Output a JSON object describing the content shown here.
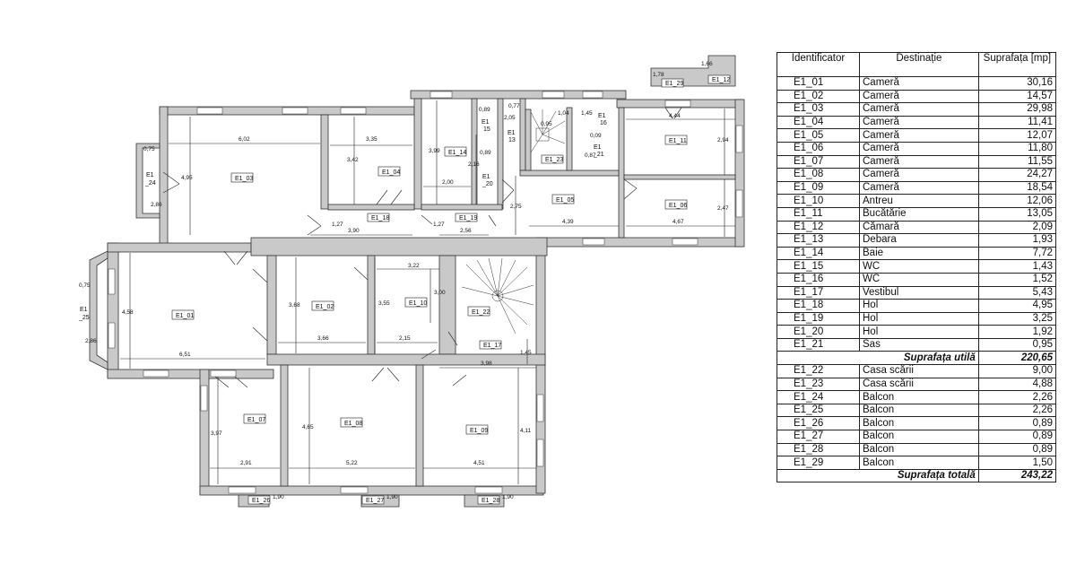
{
  "table": {
    "headers": [
      "Identificator",
      "Destinație",
      "Suprafața [mp]"
    ],
    "rows_util": [
      {
        "id": "E1_01",
        "dest": "Cameră",
        "area": "30,16"
      },
      {
        "id": "E1_02",
        "dest": "Cameră",
        "area": "14,57"
      },
      {
        "id": "E1_03",
        "dest": "Cameră",
        "area": "29,98"
      },
      {
        "id": "E1_04",
        "dest": "Cameră",
        "area": "11,41"
      },
      {
        "id": "E1_05",
        "dest": "Cameră",
        "area": "12,07"
      },
      {
        "id": "E1_06",
        "dest": "Cameră",
        "area": "11,80"
      },
      {
        "id": "E1_07",
        "dest": "Cameră",
        "area": "11,55"
      },
      {
        "id": "E1_08",
        "dest": "Cameră",
        "area": "24,27"
      },
      {
        "id": "E1_09",
        "dest": "Cameră",
        "area": "18,54"
      },
      {
        "id": "E1_10",
        "dest": "Antreu",
        "area": "12,06"
      },
      {
        "id": "E1_11",
        "dest": "Bucătărie",
        "area": "13,05"
      },
      {
        "id": "E1_12",
        "dest": "Cămară",
        "area": "2,09"
      },
      {
        "id": "E1_13",
        "dest": "Debara",
        "area": "1,93"
      },
      {
        "id": "E1_14",
        "dest": "Baie",
        "area": "7,72"
      },
      {
        "id": "E1_15",
        "dest": "WC",
        "area": "1,43"
      },
      {
        "id": "E1_16",
        "dest": "WC",
        "area": "1,52"
      },
      {
        "id": "E1_17",
        "dest": "Vestibul",
        "area": "5,43"
      },
      {
        "id": "E1_18",
        "dest": "Hol",
        "area": "4,95"
      },
      {
        "id": "E1_19",
        "dest": "Hol",
        "area": "3,25"
      },
      {
        "id": "E1_20",
        "dest": "Hol",
        "area": "1,92"
      },
      {
        "id": "E1_21",
        "dest": "Sas",
        "area": "0,95"
      }
    ],
    "util_label": "Suprafața utilă",
    "util_value": "220,65",
    "rows_other": [
      {
        "id": "E1_22",
        "dest": "Casa scării",
        "area": "9,00"
      },
      {
        "id": "E1_23",
        "dest": "Casa scării",
        "area": "4,88"
      },
      {
        "id": "E1_24",
        "dest": "Balcon",
        "area": "2,26"
      },
      {
        "id": "E1_25",
        "dest": "Balcon",
        "area": "2,26"
      },
      {
        "id": "E1_26",
        "dest": "Balcon",
        "area": "0,89"
      },
      {
        "id": "E1_27",
        "dest": "Balcon",
        "area": "0,89"
      },
      {
        "id": "E1_28",
        "dest": "Balcon",
        "area": "0,89"
      },
      {
        "id": "E1_29",
        "dest": "Balcon",
        "area": "1,50"
      }
    ],
    "total_label": "Suprafața totală",
    "total_value": "243,22"
  },
  "plan": {
    "room_labels": {
      "r01": "E1_01",
      "r02": "E1_02",
      "r03": "E1_03",
      "r04": "E1_04",
      "r05": "E1_05",
      "r06": "E1_06",
      "r07": "E1_07",
      "r08": "E1_08",
      "r09": "E1_09",
      "r10": "E1_10",
      "r11": "E1_11",
      "r12": "E1_12",
      "r13a": "E1",
      "r13b": "13",
      "r14": "E1_14",
      "r15a": "E1",
      "r15b": "15",
      "r16a": "E1",
      "r16b": "16",
      "r17": "E1_17",
      "r18": "E1_18",
      "r19": "E1_19",
      "r20a": "E1",
      "r20b": "_20",
      "r21a": "E1",
      "r21b": "_21",
      "r22": "E1_22",
      "r23": "E1_23",
      "r24a": "E1",
      "r24b": "_24",
      "r25a": "E1",
      "r25b": "_25",
      "r26": "E1_26",
      "r27": "E1_27",
      "r28": "E1_28",
      "r29": "E1_29"
    },
    "dimensions": {
      "d602": "6,02",
      "d495": "4,95",
      "d335": "3,35",
      "d342": "3,42",
      "d399": "3,99",
      "d200": "2,00",
      "d216": "2,16",
      "d089a": "0,89",
      "d089b": "0,89",
      "d077": "0,77",
      "d205": "2,05",
      "d145a": "1,45",
      "d095": "0,95",
      "d444": "4,44",
      "d294": "2,94",
      "d178": "1,78",
      "d166": "1,66",
      "d127a": "1,27",
      "d390": "3,90",
      "d127b": "1,27",
      "d256": "2,56",
      "d275": "2,75",
      "d439": "4,39",
      "d247": "2,47",
      "d467": "4,67",
      "d322": "3,22",
      "d368": "3,68",
      "d366": "3,66",
      "d355": "3,55",
      "d300": "3,00",
      "d215": "2,15",
      "d458": "4,58",
      "d651": "6,51",
      "d398": "3,98",
      "d145b": "1,45",
      "d397": "3,97",
      "d291": "2,91",
      "d465": "4,65",
      "d522": "5,22",
      "d411": "4,11",
      "d451": "4,51",
      "d075a": "0,75",
      "d286a": "2,86",
      "d075b": "0,75",
      "d286b": "2,86",
      "d190a": "1,90",
      "d190b": "1,90",
      "d190c": "1,90",
      "d087": "0,87",
      "d009": "0,09",
      "d104": "1,04"
    }
  }
}
